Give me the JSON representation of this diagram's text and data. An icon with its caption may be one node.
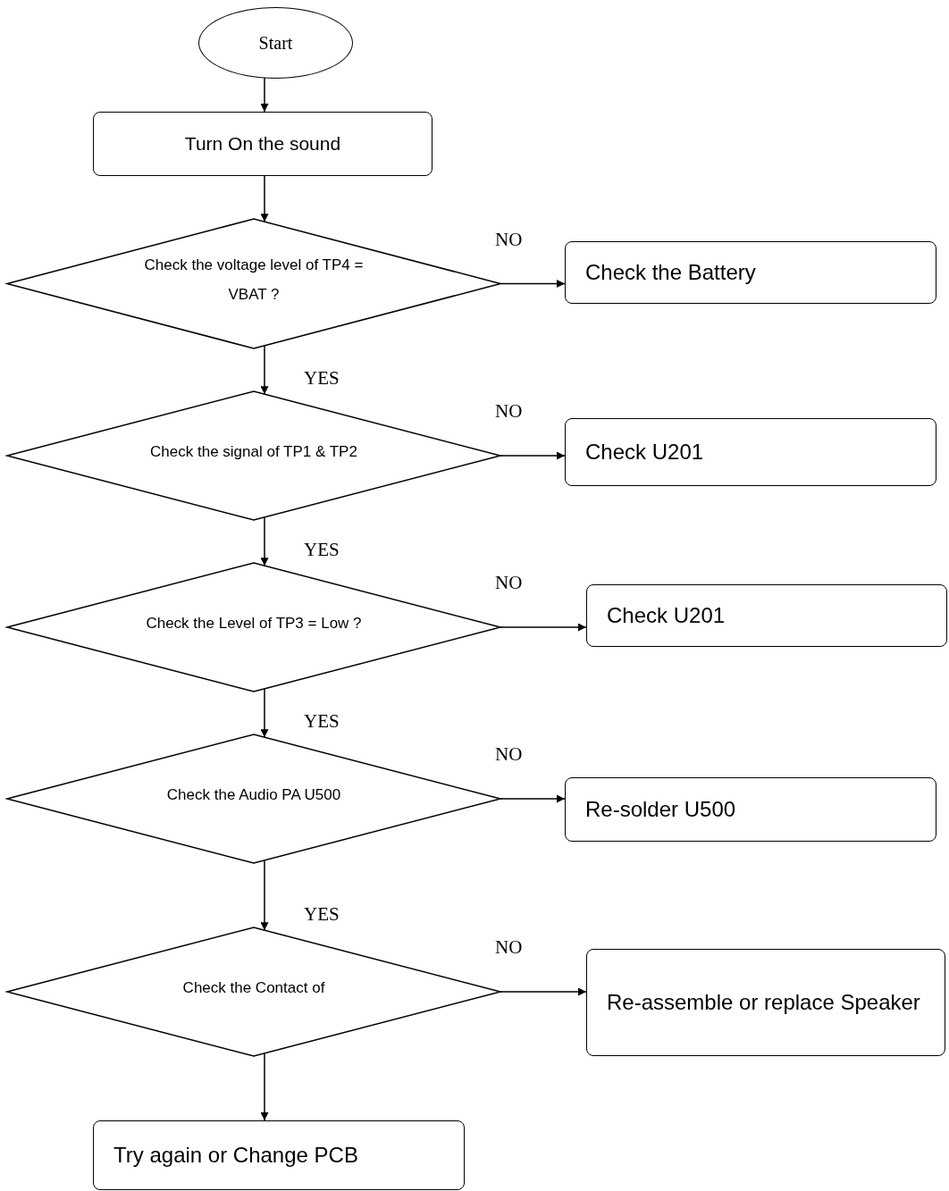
{
  "diagram": {
    "nodes": [
      {
        "text": [
          "Start"
        ]
      },
      {
        "text": [
          "Turn On the sound"
        ]
      },
      {
        "text": [
          "Check the voltage level of TP4 = VBAT ?"
        ]
      },
      {
        "text": [
          "Check the Battery"
        ]
      },
      {
        "text": [
          "Check the signal of TP1 & TP2"
        ]
      },
      {
        "text": [
          "Check U201"
        ]
      },
      {
        "text": [
          "Check the Level of TP3 = Low ?"
        ]
      },
      {
        "text": [
          "Check U201"
        ]
      },
      {
        "text": [
          "Check the Audio PA U500"
        ]
      },
      {
        "text": [
          "Re-solder U500"
        ]
      },
      {
        "text": [
          "Check the Contact of"
        ]
      },
      {
        "text": [
          "Re-assemble or replace Speaker"
        ]
      },
      {
        "text": [
          "Try again or Change PCB"
        ]
      }
    ],
    "edges": [
      {
        "from": 0,
        "to": 1,
        "arrow": "to"
      },
      {
        "from": 1,
        "to": 2,
        "arrow": "to"
      },
      {
        "from": 2,
        "to": 3,
        "arrow": "to",
        "label": "NO"
      },
      {
        "from": 2,
        "to": 4,
        "arrow": "to",
        "label": "YES"
      },
      {
        "from": 4,
        "to": 5,
        "arrow": "to",
        "label": "NO"
      },
      {
        "from": 4,
        "to": 6,
        "arrow": "to",
        "label": "YES"
      },
      {
        "from": 6,
        "to": 7,
        "arrow": "to",
        "label": "NO"
      },
      {
        "from": 6,
        "to": 8,
        "arrow": "to",
        "label": "YES"
      },
      {
        "from": 8,
        "to": 9,
        "arrow": "to",
        "label": "NO"
      },
      {
        "from": 8,
        "to": 10,
        "arrow": "to",
        "label": "YES"
      },
      {
        "from": 10,
        "to": 11,
        "arrow": "to",
        "label": "NO"
      },
      {
        "from": 10,
        "to": 12,
        "arrow": "to"
      }
    ]
  }
}
